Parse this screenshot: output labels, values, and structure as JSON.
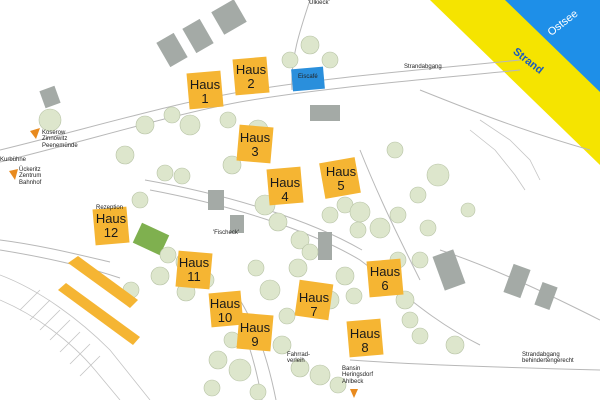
{
  "map": {
    "sea_label": "Ostsee",
    "beach_label": "Strand",
    "cafe_label": "Eiscafé",
    "beach_access": "Strandabgang",
    "beach_access_accessible": "Strandabgang behindertengerecht",
    "areas": {
      "ulkieck": "'Ulkieck'",
      "fischeck": "'Fischeck'"
    },
    "directions": {
      "west_1": "Koserow Zinnowitz Peenemünde",
      "west_2": "Ückeritz Zentrum Bahnhof",
      "south": "Bansin Heringsdorf Ahlbeck"
    },
    "kurbuehne": "Kurbühne",
    "rezeption": "Rezeption",
    "fahrrad": "Fahrrad-verleih",
    "houses": [
      {
        "name": "Haus",
        "number": "1"
      },
      {
        "name": "Haus",
        "number": "2"
      },
      {
        "name": "Haus",
        "number": "3"
      },
      {
        "name": "Haus",
        "number": "4"
      },
      {
        "name": "Haus",
        "number": "5"
      },
      {
        "name": "Haus",
        "number": "6"
      },
      {
        "name": "Haus",
        "number": "7"
      },
      {
        "name": "Haus",
        "number": "8"
      },
      {
        "name": "Haus",
        "number": "9"
      },
      {
        "name": "Haus",
        "number": "10"
      },
      {
        "name": "Haus",
        "number": "11"
      },
      {
        "name": "Haus",
        "number": "12"
      }
    ],
    "colors": {
      "sea": "#1e8fe8",
      "beach": "#f5e400",
      "house": "#f5b533",
      "cafe": "#2a8fdc",
      "tree": "#dde6cc",
      "building_grey": "#a4aaa6",
      "field": "#7fb04f",
      "marker": "#e88a1e"
    },
    "icons": {
      "direction_marker": "triangle-marker-icon"
    }
  }
}
